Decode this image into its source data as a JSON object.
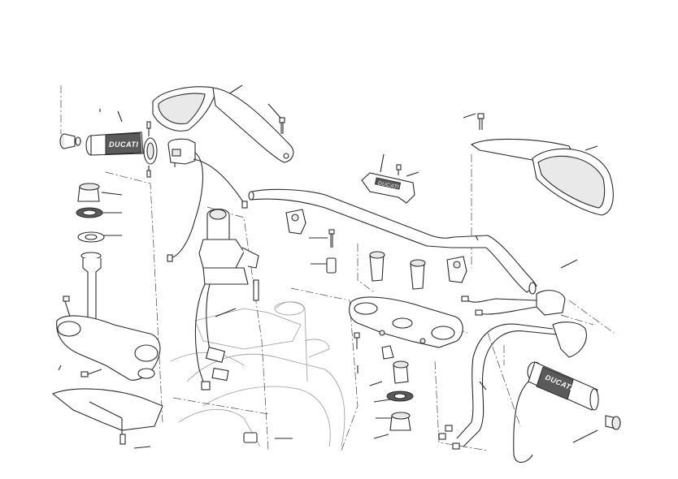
{
  "diagram": {
    "type": "exploded-parts-diagram",
    "colors": {
      "line": "#2a2a2a",
      "ghost": "#9a9a9a",
      "background": "#ffffff",
      "grip": "#5a5a5a"
    },
    "labels": {
      "left_grip_brand": "DUCATI",
      "right_grip_brand": "DUCATI",
      "top_clamp_brand": "DUCATI"
    }
  }
}
